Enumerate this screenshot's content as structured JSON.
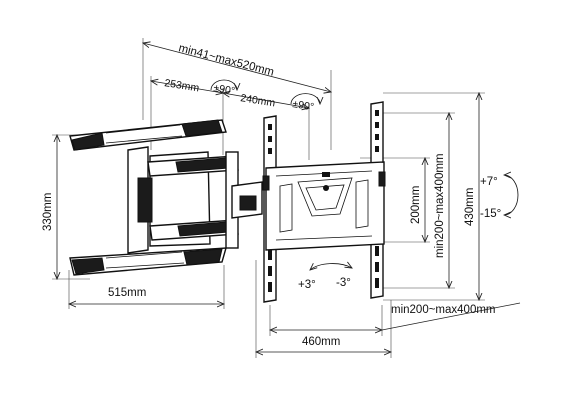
{
  "dimensions": {
    "arm_length": "min41~max520mm",
    "arm1_length": "253mm",
    "arm1_swivel": "±90°",
    "arm2_length": "240mm",
    "arm2_swivel": "±90°",
    "wall_plate_height": "330mm",
    "wall_plate_width": "515mm",
    "vesa_vertical_fixed": "200mm",
    "vesa_vertical_range": "min200~max400mm",
    "bracket_height": "430mm",
    "vesa_horizontal_range": "min200~max400mm",
    "bracket_width": "460mm"
  },
  "tilt": {
    "up": "+7°",
    "down": "-15°"
  },
  "rotation": {
    "cw": "+3°",
    "ccw": "-3°"
  }
}
